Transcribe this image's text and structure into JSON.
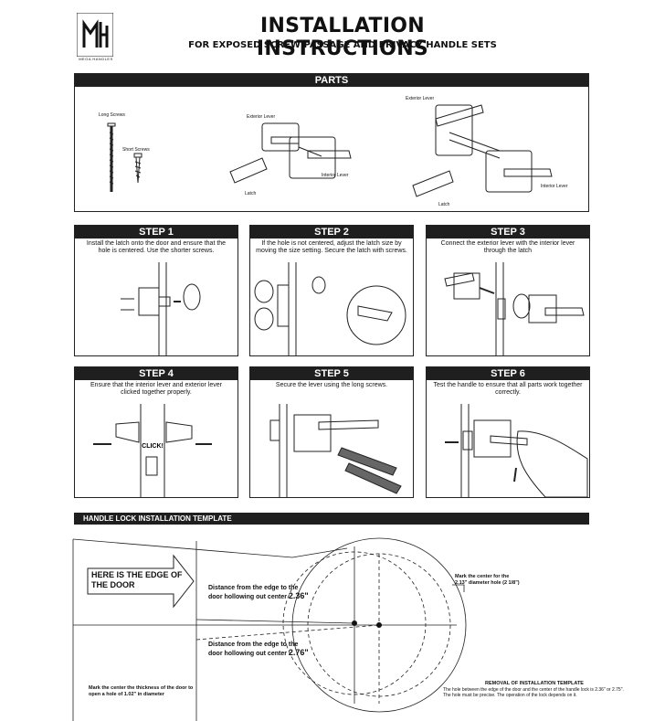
{
  "header": {
    "logo_text": "MEGA HANDLES",
    "title": "INSTALLATION INSTRUCTIONS",
    "subtitle": "FOR EXPOSED SCREW PASSAGE AND PRIVACY HANDLE SETS"
  },
  "parts": {
    "title": "PARTS",
    "long_screws": "Long Screws",
    "short_screws": "Short Screws",
    "exterior_lever_1": "Exterior Lever",
    "interior_lever_1": "Interior Lever",
    "latch_1": "Latch",
    "exterior_lever_2": "Exterior Lever",
    "interior_lever_2": "Interior Lever",
    "latch_2": "Latch"
  },
  "steps": [
    {
      "title": "STEP 1",
      "text": "Install the latch onto the door and ensure that the hole is centered. Use the shorter screws."
    },
    {
      "title": "STEP 2",
      "text": "If the hole is not centered, adjust the latch size by moving the size setting. Secure the latch with screws."
    },
    {
      "title": "STEP 3",
      "text": "Connect the exterior lever with the interior lever through the latch"
    },
    {
      "title": "STEP 4",
      "text": "Ensure that the interior lever and exterior lever clicked together properly."
    },
    {
      "title": "STEP 5",
      "text": "Secure the lever using the long screws."
    },
    {
      "title": "STEP 6",
      "text": "Test the handle to ensure that all parts work together correctly."
    }
  ],
  "click_label": "CLICK!",
  "template": {
    "bar_title": "HANDLE LOCK INSTALLATION TEMPLATE",
    "edge_text": "HERE IS THE EDGE OF THE DOOR",
    "dist1_text": "Distance from the edge to the door hollowing out center",
    "dist1_value": "2.36\"",
    "dist2_text": "Distance from the edge to the door hollowing out center",
    "dist2_value": "2.76\"",
    "center_note": "Mark the center for the 2.13\" diameter hole (2 1/8\")",
    "thickness_note": "Mark the center the thickness of the door to open a hole of 1.02\" in diameter",
    "removal_title": "REMOVAL OF INSTALLATION TEMPLATE",
    "removal_text": "The hole between the edge of the door and the center of the handle lock is 2.36\" or 2.75\". The hole must be precise. The operation of the lock depends on it."
  }
}
